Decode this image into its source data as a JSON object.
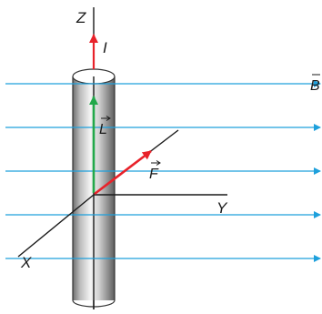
{
  "labels": {
    "z_axis": "Z",
    "y_axis": "Y",
    "x_axis": "X",
    "current": "I",
    "field": "B",
    "length": "L",
    "force": "F"
  },
  "field_line_count": 5,
  "colors": {
    "field_lines": "#1ea0dc",
    "current_arrow": "#e8222a",
    "force_vector": "#e8222a",
    "length_vector": "#22a84a",
    "axes": "#1a1a1a",
    "conductor_outline": "#333333"
  }
}
